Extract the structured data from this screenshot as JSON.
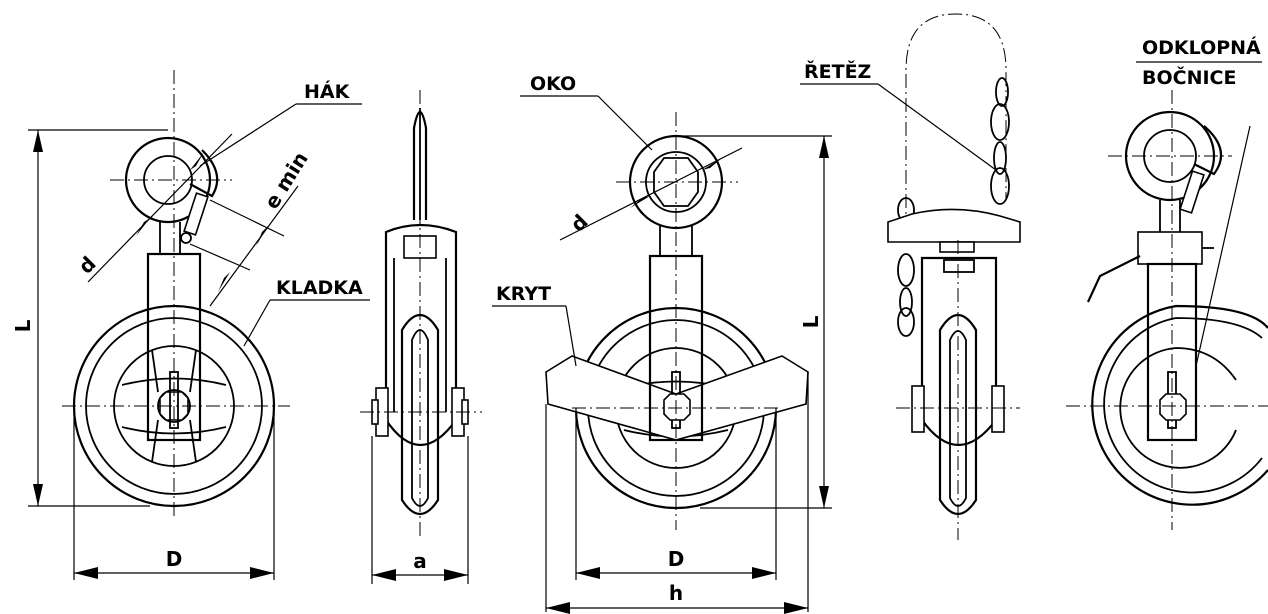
{
  "labels": {
    "hak": "HÁK",
    "kladka": "KLADKA",
    "oko": "OKO",
    "kryt": "KRYT",
    "retez": "ŘETĚZ",
    "odklopna": "ODKLOPNÁ",
    "bocnice": "BOČNICE"
  },
  "dimensions": {
    "L_view1": "L",
    "D_view1": "D",
    "d_view1": "d",
    "e_min": "e min",
    "a": "a",
    "L_view3": "L",
    "D_view3": "D",
    "d_view3": "d",
    "h": "h"
  }
}
